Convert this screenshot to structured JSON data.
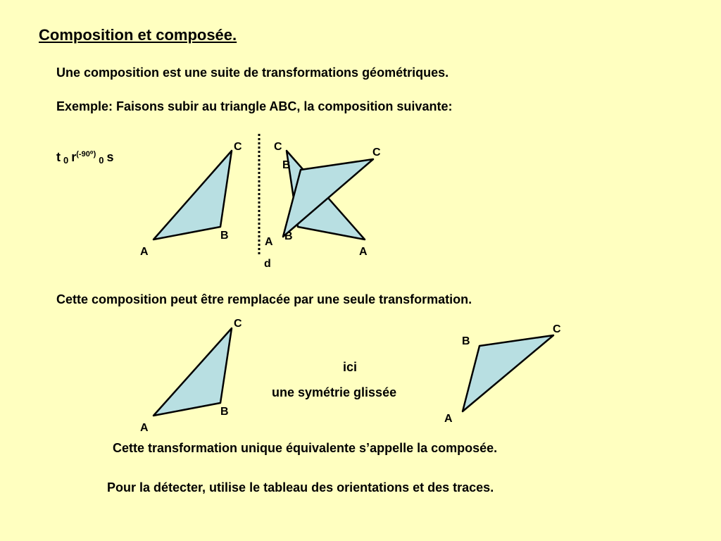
{
  "title": "Composition et composée.",
  "intro": "Une composition est une suite de transformations géométriques.",
  "example": "Exemple:  Faisons subir au triangle ABC, la composition suivante:",
  "formula": {
    "t": "t",
    "sub1": "0",
    "r": "r",
    "r_angle": "(-90⁰)",
    "sub2": "0",
    "s": "s"
  },
  "replace_text": "Cette composition peut être remplacée par une seule transformation.",
  "ici": "ici",
  "glide": "une symétrie glissée",
  "equivalent_text": "Cette transformation unique équivalente s’appelle la composée.",
  "detect_text": "Pour la détecter, utilise le tableau des orientations et des traces.",
  "labels": {
    "A": "A",
    "B": "B",
    "C": "C",
    "d": "d"
  },
  "colors": {
    "background": "#ffffc0",
    "triangle_fill": "#b8dfe2",
    "stroke": "#000000"
  }
}
